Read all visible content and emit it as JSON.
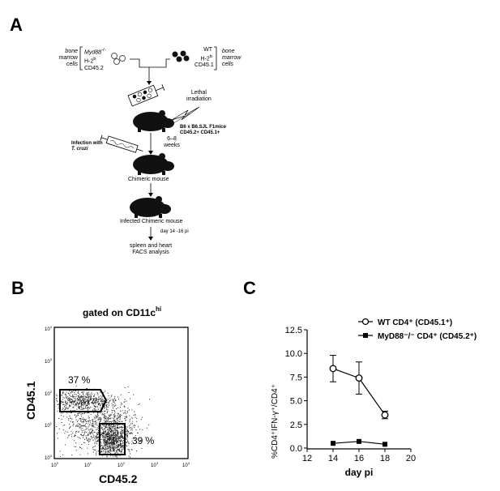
{
  "panels": {
    "a": {
      "letter": "A"
    },
    "b": {
      "letter": "B"
    },
    "c": {
      "letter": "C"
    }
  },
  "schematic": {
    "left_label_lines": [
      "bone",
      "marrow",
      "cells"
    ],
    "left_genotype": [
      "Myd88",
      "H-2",
      "CD45.2"
    ],
    "left_genotype_sup": [
      "-/-",
      "b",
      ""
    ],
    "right_genotype": [
      "WT",
      "H-2",
      "CD45.1"
    ],
    "right_genotype_sup": [
      "",
      "b",
      ""
    ],
    "right_label_lines": [
      "bone",
      "marrow",
      "cells"
    ],
    "lethal_irradiation": [
      "Lethal",
      "irradiation"
    ],
    "recipient": [
      "B6 x B6.SJL F1mice",
      "CD45.2+ CD45.1+"
    ],
    "weeks": [
      "6–8",
      "weeks"
    ],
    "infection": [
      "Infection with",
      "T. cruzi"
    ],
    "chimeric": "Chimeric mouse",
    "infected_chimeric": "Infected Chimeric mouse",
    "day": "day 14 -16 pi",
    "analysis": [
      "spleen and heart",
      "FACS analysis"
    ]
  },
  "facs": {
    "title_main": "gated on CD11c",
    "title_sup": "hi",
    "xlabel": "CD45.2",
    "ylabel": "CD45.1",
    "gate_upper_pct": "37 %",
    "gate_lower_pct": "39 %",
    "tick_base": "10",
    "tick_exps": [
      "0",
      "1",
      "2",
      "3",
      "4"
    ]
  },
  "chart_data": {
    "type": "line",
    "xlabel": "day pi",
    "ylabel": "%CD4⁺IFN-γ⁺/CD4⁺",
    "xlim": [
      12,
      20
    ],
    "ylim": [
      0,
      12.5
    ],
    "xticks": [
      12,
      14,
      16,
      18,
      20
    ],
    "yticks": [
      "0.0",
      "2.5",
      "5.0",
      "7.5",
      "10.0",
      "12.5"
    ],
    "legend_position": "top-right",
    "grid": false,
    "series": [
      {
        "name": "WT CD4⁺ (CD45.1⁺)",
        "marker": "open-circle",
        "x": [
          14,
          16,
          18
        ],
        "y": [
          8.4,
          7.4,
          3.5
        ],
        "err": [
          1.4,
          1.7,
          0.4
        ]
      },
      {
        "name": "MyD88⁻/⁻ CD4⁺ (CD45.2⁺)",
        "marker": "filled-square",
        "x": [
          14,
          16,
          18
        ],
        "y": [
          0.5,
          0.7,
          0.4
        ],
        "err": [
          0.0,
          0.0,
          0.0
        ]
      }
    ]
  }
}
